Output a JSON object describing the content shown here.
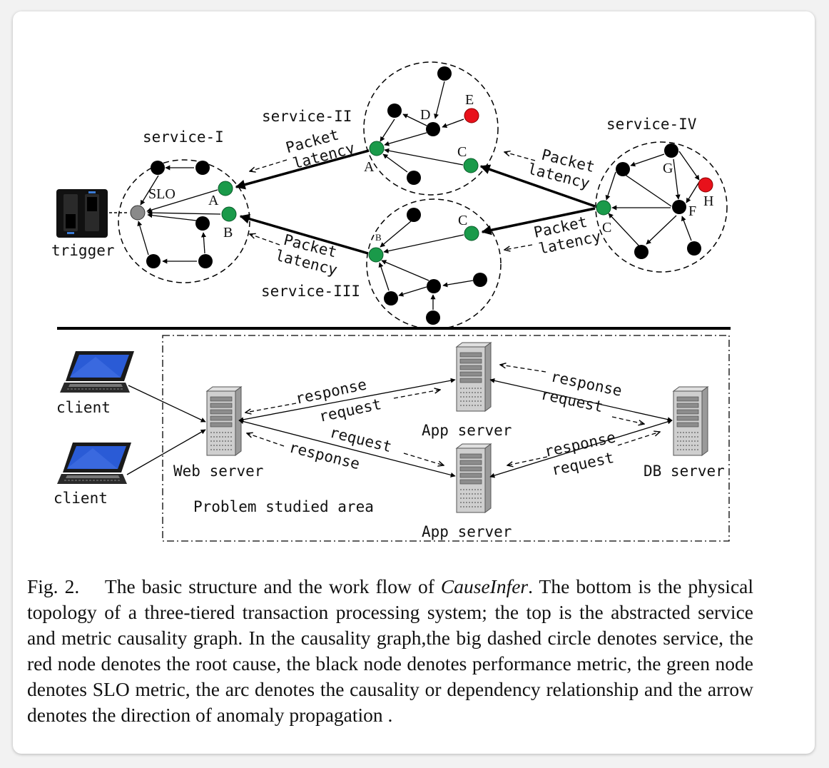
{
  "figure": {
    "top": {
      "trigger_label": "trigger",
      "services": {
        "s1": "service-I",
        "s2": "service-II",
        "s3": "service-III",
        "s4": "service-IV"
      },
      "slo_label": "SLO",
      "node_labels": {
        "s1_a": "A",
        "s1_b": "B",
        "s2_a": "A",
        "s2_c": "C",
        "s2_d": "D",
        "s2_e": "E",
        "s3_b": "B",
        "s3_c": "C",
        "s4_c": "C",
        "s4_f": "F",
        "s4_g": "G",
        "s4_h": "H"
      },
      "packet_latency": {
        "line1": "Packet",
        "line2": "latency"
      },
      "colors": {
        "green": "#1a9a4a",
        "red": "#e8111b",
        "gray": "#8a8a8a",
        "black": "#000000"
      }
    },
    "bottom": {
      "client_label": "client",
      "web_server_label": "Web server",
      "app_server_label": "App server",
      "db_server_label": "DB server",
      "response_label": "response",
      "request_label": "request",
      "area_label": "Problem studied area"
    }
  },
  "caption": {
    "prefix": "Fig. 2.",
    "part1": "The basic structure and the work flow of ",
    "name": "CauseInfer",
    "part2": ". The bottom is the physical topology of a three-tiered transaction processing system; the top is the abstracted service and metric causality graph. In the causality graph,the big dashed circle denotes service, the red node denotes the root cause, the black node denotes performance metric, the green node denotes SLO metric, the arc denotes the causality or dependency relationship and the arrow denotes the direction of anomaly propagation ."
  }
}
